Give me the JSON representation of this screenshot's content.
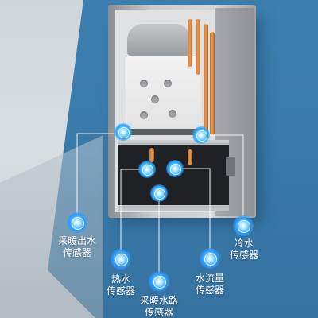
{
  "product": {
    "name_icon": "gas-water-heater-cutaway",
    "accent_color": "#2aa4ff",
    "wall_color": "#3a7bab"
  },
  "sensors": [
    {
      "id": "heating-outlet",
      "line1": "采暖出水",
      "line2": "传感器"
    },
    {
      "id": "hot-water",
      "line1": "热水",
      "line2": "传感器"
    },
    {
      "id": "heating-circuit",
      "line1": "采暖水路",
      "line2": "传感器"
    },
    {
      "id": "water-flow",
      "line1": "水流量",
      "line2": "传感器"
    },
    {
      "id": "cold-water",
      "line1": "冷水",
      "line2": "传感器"
    }
  ]
}
